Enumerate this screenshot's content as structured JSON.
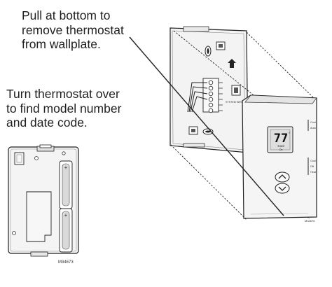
{
  "captions": {
    "pull": [
      "Pull at bottom to",
      "remove thermostat",
      "from wallplate."
    ],
    "turn": [
      "Turn thermostat over",
      "to find model number",
      "and date code."
    ]
  },
  "thermostat": {
    "temperature": "77",
    "degree": "°",
    "mode": "Cool",
    "mode_sub": "On",
    "side_labels_top": [
      "Cool",
      "Auto"
    ],
    "side_labels_mid": [
      "Cool",
      "Off",
      "Heat"
    ]
  },
  "figure_codes": {
    "left": "M34673",
    "right": "M34676"
  },
  "wallplate": {
    "terminal_label": "SYSTEM WIRING"
  }
}
